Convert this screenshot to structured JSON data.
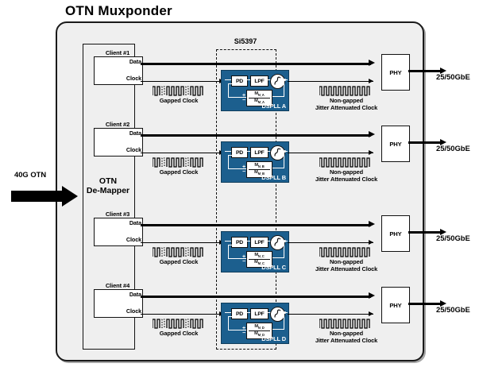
{
  "diagram": {
    "title": "OTN Muxponder",
    "device_title": "Si5397",
    "input_label": "40G OTN",
    "demapper_label_line1": "OTN",
    "demapper_label_line2": "De-Mapper",
    "port_data_label": "Data",
    "port_clock_label": "Clock",
    "gapped_clock_caption": "Gapped Clock",
    "nongapped_caption_line1": "Non-gapped",
    "nongapped_caption_line2": "Jitter Attenuated Clock",
    "phy_label": "PHY",
    "output_label": "25/50GbE",
    "pll_pd_label": "PD",
    "pll_lpf_label": "LPF",
    "colors": {
      "pll_blue": "#1c5f8e",
      "enclosure_fill": "#efefef",
      "line_black": "#000000",
      "box_white": "#ffffff"
    },
    "channels": [
      {
        "client": "Client #1",
        "pll": "DSPLL A",
        "div_num": "M",
        "div_num_sub": "N_A",
        "div_den": "M",
        "div_den_sub": "M_A",
        "output": "25/50GbE"
      },
      {
        "client": "Client #2",
        "pll": "DSPLL B",
        "div_num": "M",
        "div_num_sub": "N_B",
        "div_den": "M",
        "div_den_sub": "M_B",
        "output": "25/50GbE"
      },
      {
        "client": "Client #3",
        "pll": "DSPLL C",
        "div_num": "M",
        "div_num_sub": "N_C",
        "div_den": "M",
        "div_den_sub": "M_C",
        "output": "25/50GbE"
      },
      {
        "client": "Client #4",
        "pll": "DSPLL D",
        "div_num": "M",
        "div_num_sub": "N_D",
        "div_den": "M",
        "div_den_sub": "M_D",
        "output": "25/50GbE"
      }
    ]
  }
}
